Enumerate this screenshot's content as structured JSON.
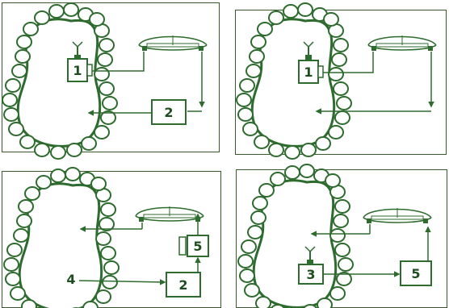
{
  "colors": {
    "line": "#2e6b2e",
    "ink": "#1f4d1f",
    "border": "#3a5a2e"
  },
  "panels": [
    {
      "id": "top-left",
      "labels": {
        "pre_box": "1",
        "main_box": "2"
      }
    },
    {
      "id": "top-right",
      "labels": {
        "pre_box": "1"
      }
    },
    {
      "id": "bottom-left",
      "labels": {
        "side_box": "5",
        "main_box": "2",
        "entry": "4"
      }
    },
    {
      "id": "bottom-right",
      "labels": {
        "pre_box": "3",
        "main_box": "5"
      }
    }
  ],
  "icons": [
    "antenna-icon",
    "ear-device-icon",
    "arrow-icon"
  ]
}
